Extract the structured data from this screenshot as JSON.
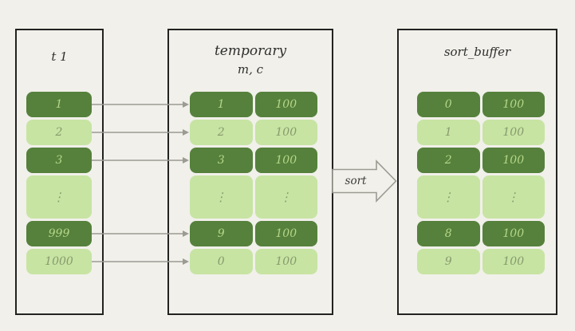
{
  "colors": {
    "canvas_bg": "#f1f0ea",
    "dark_green": "#55813c",
    "light_green": "#c7e4a3",
    "text_on_dark": "#b6d688",
    "text_on_light": "#879a6c",
    "border_color": "#222222",
    "arrow_color": "#9b9b93",
    "title_color": "#2e2e2e"
  },
  "boxes": {
    "t1": {
      "title": "t 1",
      "rows": [
        {
          "value": "1"
        },
        {
          "value": "2"
        },
        {
          "value": "3"
        },
        {
          "value": "⋮"
        },
        {
          "value": "999"
        },
        {
          "value": "1000"
        }
      ]
    },
    "temporary": {
      "title": "temporary",
      "subtitle": "m, c",
      "rows": [
        {
          "m": "1",
          "c": "100"
        },
        {
          "m": "2",
          "c": "100"
        },
        {
          "m": "3",
          "c": "100"
        },
        {
          "m": "⋮",
          "c": "⋮"
        },
        {
          "m": "9",
          "c": "100"
        },
        {
          "m": "0",
          "c": "100"
        }
      ]
    },
    "sort_buffer": {
      "title": "sort_buffer",
      "rows": [
        {
          "m": "0",
          "c": "100"
        },
        {
          "m": "1",
          "c": "100"
        },
        {
          "m": "2",
          "c": "100"
        },
        {
          "m": "⋮",
          "c": "⋮"
        },
        {
          "m": "8",
          "c": "100"
        },
        {
          "m": "9",
          "c": "100"
        }
      ]
    }
  },
  "sort_arrow": {
    "label": "sort"
  }
}
